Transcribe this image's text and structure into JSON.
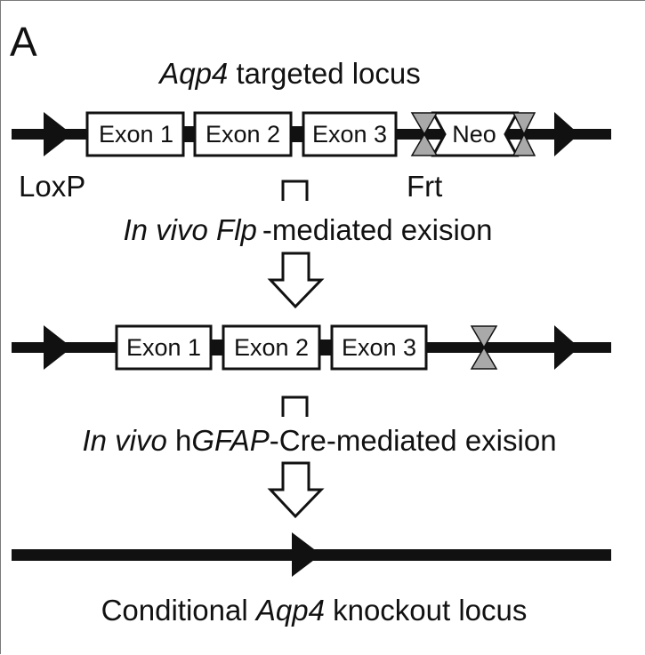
{
  "panel_label": "A",
  "title": {
    "italic": "Aqp4",
    "rest": " targeted locus"
  },
  "top_construct": {
    "exons": [
      "Exon 1",
      "Exon 2",
      "Exon 3"
    ],
    "neo": "Neo",
    "loxp_label": "LoxP",
    "frt_label": "Frt"
  },
  "step1": {
    "italic_a": "In vivo",
    "italic_b": "Flp",
    "rest": "-mediated exision"
  },
  "middle_construct": {
    "exons": [
      "Exon 1",
      "Exon 2",
      "Exon 3"
    ]
  },
  "step2": {
    "italic_a": "In vivo",
    "plain_a": " h",
    "italic_b": "GFAP",
    "rest": "-Cre-mediated exision"
  },
  "bottom_label": {
    "plain_a": "Conditional ",
    "italic": "Aqp4",
    "plain_b": " knockout locus"
  },
  "colors": {
    "line": "#111111",
    "frt": "#a9a9a9",
    "box_fill": "#ffffff"
  }
}
